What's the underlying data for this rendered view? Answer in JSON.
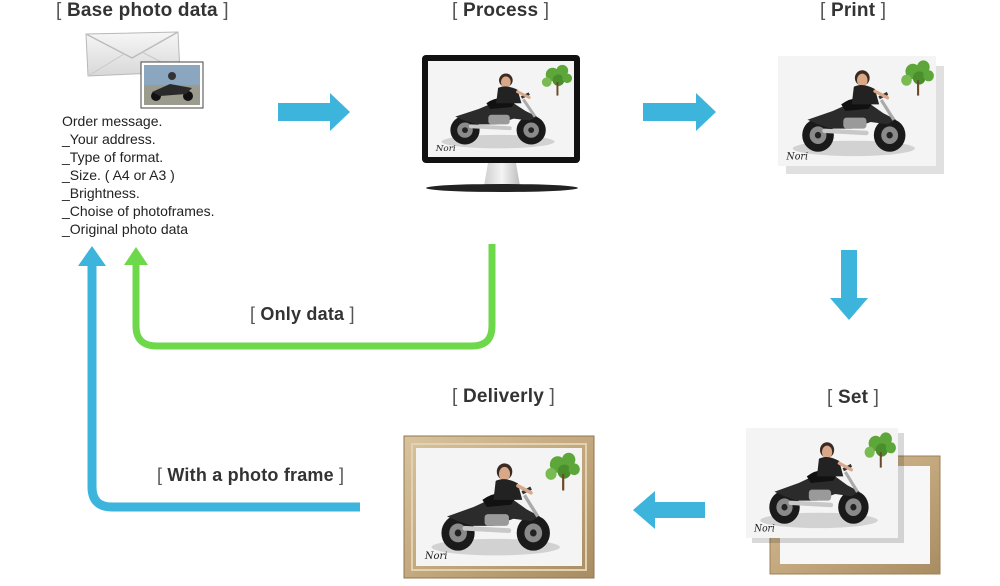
{
  "steps": {
    "base": {
      "title": "Base photo data"
    },
    "process": {
      "title": "Process"
    },
    "print": {
      "title": "Print"
    },
    "set": {
      "title": "Set"
    },
    "delivery": {
      "title": "Deliverly"
    }
  },
  "order": {
    "heading": "Order message.",
    "items": [
      "_Your address.",
      "_Type of format.",
      "_Size. ( A4 or A3 )",
      "_Brightness.",
      "_Choise of photoframes.",
      "_Original photo data"
    ]
  },
  "returns": {
    "only_data": "Only data",
    "with_frame": "With a photo frame"
  },
  "photo": {
    "signature": "Nori"
  },
  "brackets": {
    "open": "[",
    "close": "]"
  },
  "colors": {
    "blue_arrow": "#3cb4dc",
    "green_arrow": "#6cd84a",
    "frame_wood": "#c8b08a"
  }
}
